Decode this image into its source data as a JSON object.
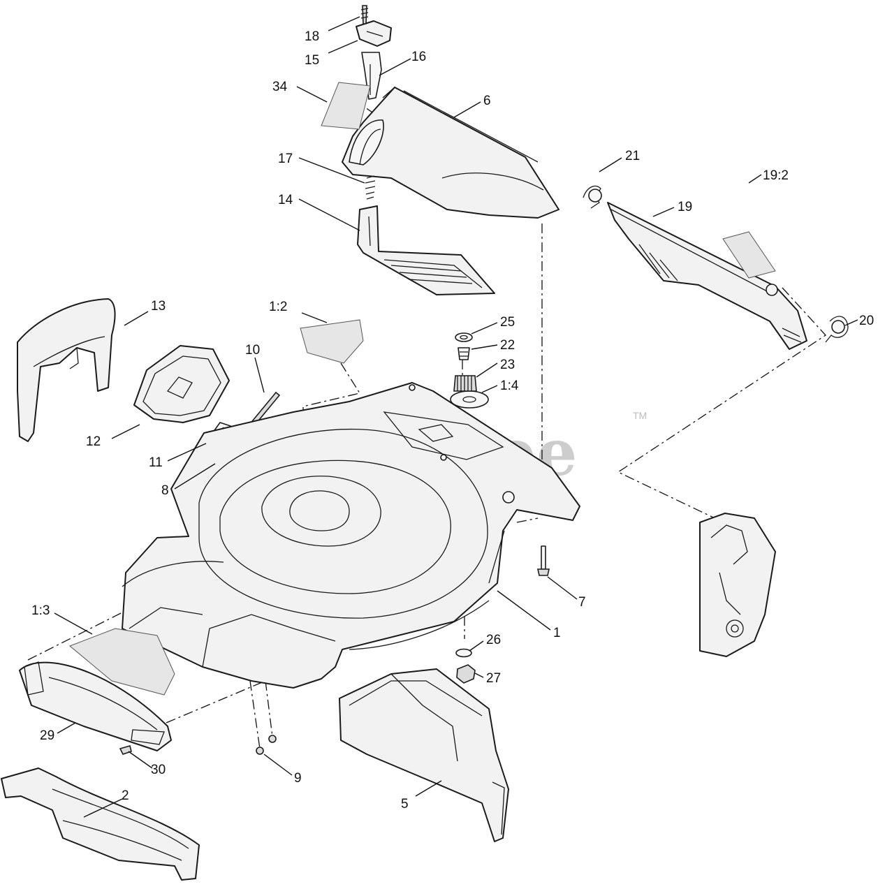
{
  "watermark": {
    "text": "PartsTree",
    "trademark": "TM"
  },
  "callouts": [
    {
      "id": "18",
      "label": "18"
    },
    {
      "id": "15",
      "label": "15"
    },
    {
      "id": "16",
      "label": "16"
    },
    {
      "id": "34",
      "label": "34"
    },
    {
      "id": "6",
      "label": "6"
    },
    {
      "id": "17",
      "label": "17"
    },
    {
      "id": "14",
      "label": "14"
    },
    {
      "id": "21",
      "label": "21"
    },
    {
      "id": "19",
      "label": "19"
    },
    {
      "id": "19-2",
      "label": "19:2"
    },
    {
      "id": "13",
      "label": "13"
    },
    {
      "id": "1-2",
      "label": "1:2"
    },
    {
      "id": "25",
      "label": "25"
    },
    {
      "id": "22",
      "label": "22"
    },
    {
      "id": "23",
      "label": "23"
    },
    {
      "id": "1-4",
      "label": "1:4"
    },
    {
      "id": "20",
      "label": "20"
    },
    {
      "id": "10",
      "label": "10"
    },
    {
      "id": "12",
      "label": "12"
    },
    {
      "id": "11",
      "label": "11"
    },
    {
      "id": "8",
      "label": "8"
    },
    {
      "id": "7",
      "label": "7"
    },
    {
      "id": "1",
      "label": "1"
    },
    {
      "id": "1-3",
      "label": "1:3"
    },
    {
      "id": "26",
      "label": "26"
    },
    {
      "id": "27",
      "label": "27"
    },
    {
      "id": "29",
      "label": "29"
    },
    {
      "id": "30",
      "label": "30"
    },
    {
      "id": "9",
      "label": "9"
    },
    {
      "id": "2",
      "label": "2"
    },
    {
      "id": "5",
      "label": "5"
    }
  ]
}
